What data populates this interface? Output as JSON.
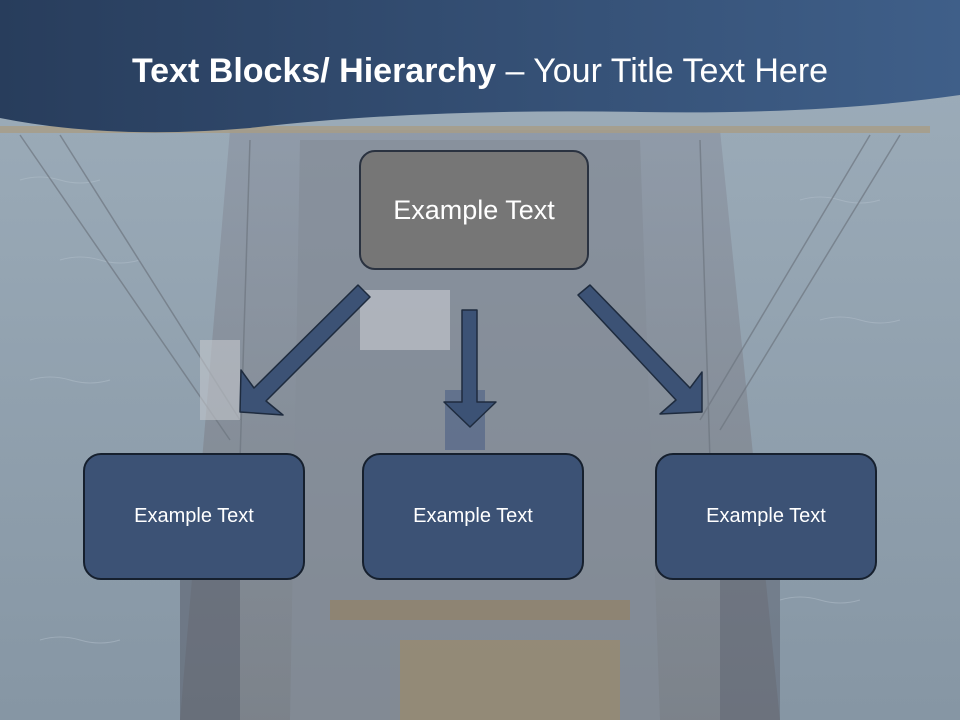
{
  "slide": {
    "title_bold": "Text Blocks/ Hierarchy",
    "title_dash": " – ",
    "title_regular": "Your Title Text Here"
  },
  "hierarchy": {
    "top": {
      "label": "Example Text"
    },
    "children": [
      {
        "label": "Example Text"
      },
      {
        "label": "Example Text"
      },
      {
        "label": "Example Text"
      }
    ]
  },
  "colors": {
    "title_band": "#2e4566",
    "top_box": "#767676",
    "child_box": "#3c5275",
    "arrow": "#3c5275",
    "background_water": "#8fa0ad"
  }
}
